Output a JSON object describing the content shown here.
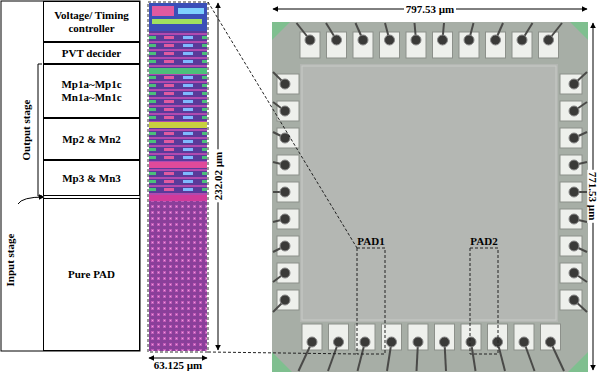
{
  "diagram": {
    "nodes": [
      {
        "text": [
          "Voltage/ Timing controller"
        ]
      },
      {
        "text": [
          "PVT decider"
        ]
      },
      {
        "text": [
          "Mp1a~Mp1c Mn1a~Mn1c"
        ]
      },
      {
        "text": [
          "Mp2 & Mn2"
        ]
      },
      {
        "text": [
          "Mp3 & Mn3"
        ]
      },
      {
        "text": [
          "Pure PAD"
        ]
      }
    ],
    "edges": [],
    "labels": [
      "Output stage",
      "Input stage",
      "232.02 µm",
      "63.125 µm",
      "797.53 µm",
      "771.53 µm",
      "PAD1",
      "PAD2"
    ]
  }
}
